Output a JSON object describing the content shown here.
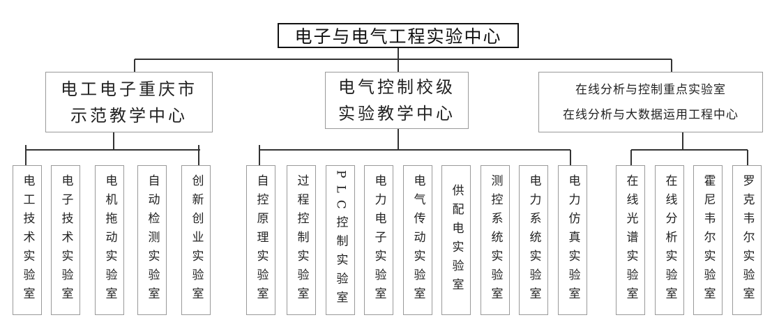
{
  "root": {
    "label": "电子与电气工程实验中心"
  },
  "centers": [
    {
      "lines": [
        "电工电子重庆市",
        "示范教学中心"
      ],
      "labs": [
        "电工技术实验室",
        "电子技术实验室",
        "电机拖动实验室",
        "自动检测实验室",
        "创新创业实验室"
      ]
    },
    {
      "lines": [
        "电气控制校级",
        "实验教学中心"
      ],
      "labs": [
        "自控原理实验室",
        "过程控制实验室",
        "PLC控制实验室",
        "电力电子实验室",
        "电气传动实验室",
        "供配电实验室",
        "测控系统实验室",
        "电力系统实验室",
        "电力仿真实验室"
      ]
    },
    {
      "lines": [
        "在线分析与控制重点实验室",
        "在线分析与大数据运用工程中心"
      ],
      "labs": [
        "在线光谱实验室",
        "在线分析实验室",
        "霍尼韦尔实验室",
        "罗克韦尔实验室"
      ]
    }
  ]
}
